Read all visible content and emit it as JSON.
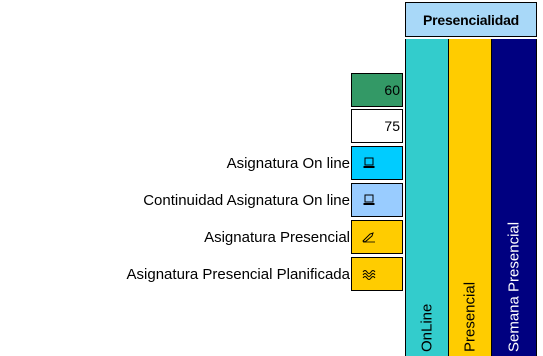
{
  "header": {
    "title": "Presencialidad",
    "color": "#a8d8f8"
  },
  "columns": [
    {
      "label": "OnLine",
      "color": "#33cccc",
      "text_color": "#000000"
    },
    {
      "label": "Presencial",
      "color": "#ffcc00",
      "text_color": "#000000"
    },
    {
      "label": "Semana Presencial",
      "color": "#000080",
      "text_color": "#ffffff"
    }
  ],
  "values": [
    {
      "value": "60",
      "color": "#339966"
    },
    {
      "value": "75",
      "color": "#ffffff"
    }
  ],
  "legend": [
    {
      "label": "Asignatura On line",
      "color": "#00ccff",
      "icon": "computer-icon"
    },
    {
      "label": "Continuidad Asignatura On line",
      "color": "#99ccff",
      "icon": "computer-icon"
    },
    {
      "label": "Asignatura Presencial",
      "color": "#ffcc00",
      "icon": "writing-hand-icon"
    },
    {
      "label": "Asignatura Presencial Planificada",
      "color": "#ffcc00",
      "icon": "wave-pattern-icon"
    }
  ]
}
